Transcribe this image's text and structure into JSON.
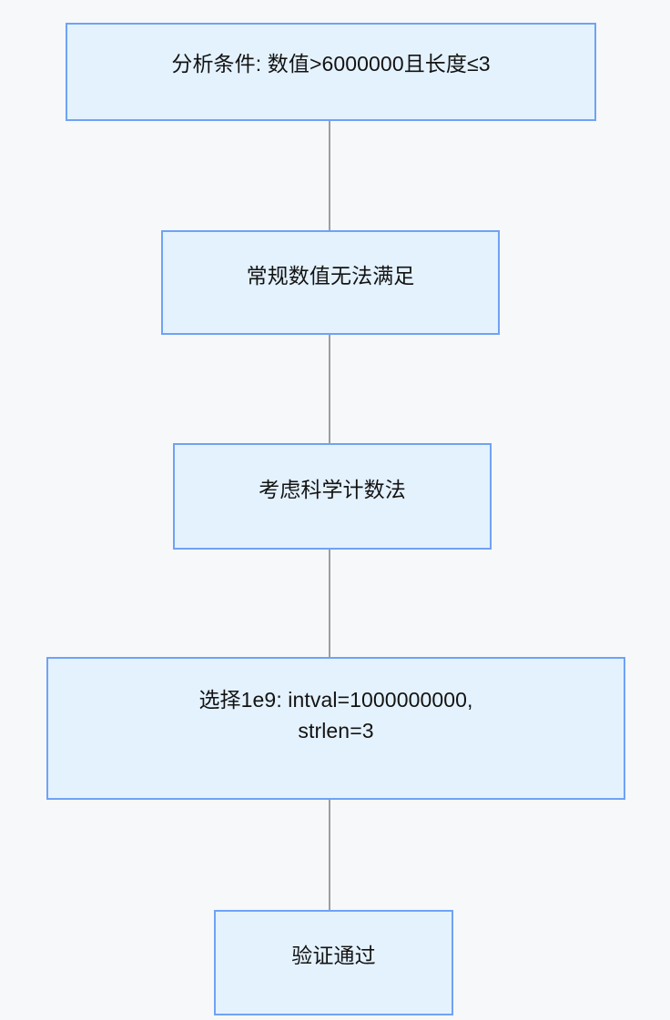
{
  "diagram": {
    "type": "flowchart",
    "direction": "top-to-bottom",
    "background_color": "#f7f8fa",
    "node_fill_color": "#e4f2fd",
    "node_border_color": "#6fa2f5",
    "edge_color": "#9e9e9e",
    "text_color": "#131313",
    "nodes": [
      {
        "id": "n1",
        "label": "分析条件: 数值>6000000且长度≤3"
      },
      {
        "id": "n2",
        "label": "常规数值无法满足"
      },
      {
        "id": "n3",
        "label": "考虑科学计数法"
      },
      {
        "id": "n4",
        "label": "选择1e9: intval=1000000000,\nstrlen=3"
      },
      {
        "id": "n5",
        "label": "验证通过"
      }
    ],
    "edges": [
      {
        "from": "n1",
        "to": "n2",
        "label": ""
      },
      {
        "from": "n2",
        "to": "n3",
        "label": ""
      },
      {
        "from": "n3",
        "to": "n4",
        "label": ""
      },
      {
        "from": "n4",
        "to": "n5",
        "label": ""
      }
    ]
  }
}
